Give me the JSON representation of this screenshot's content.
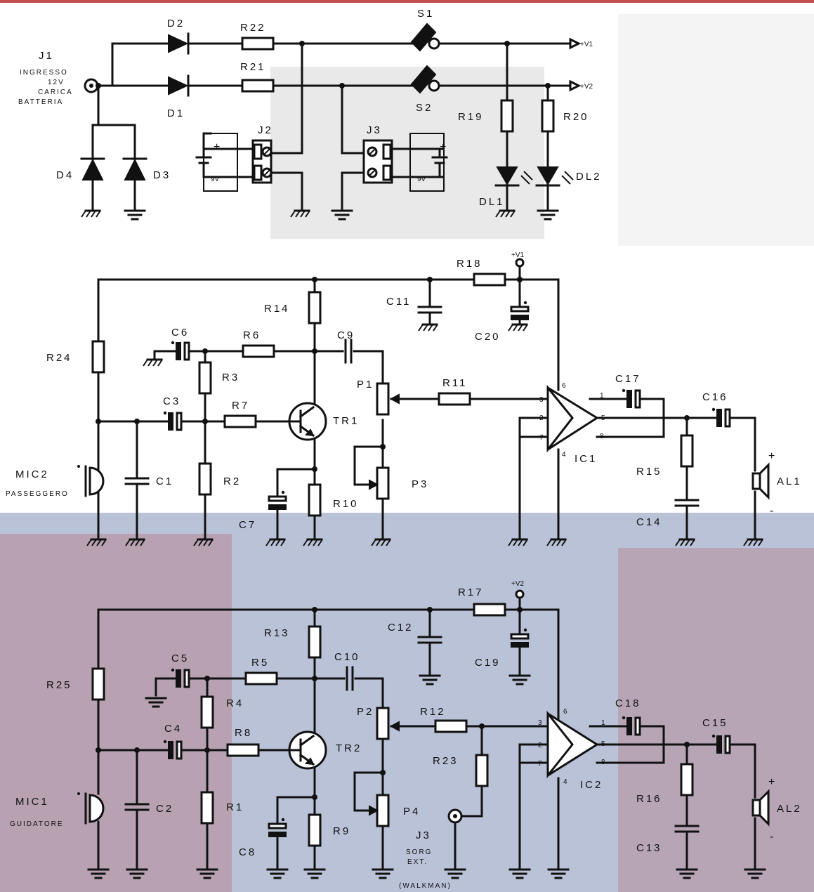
{
  "labels": {
    "J1": "J1",
    "J1_sub1": "INGRESSO",
    "J1_sub2": "12V",
    "J1_sub3": "CARICA",
    "J1_sub4": "BATTERIA",
    "D1": "D1",
    "D2": "D2",
    "D3": "D3",
    "D4": "D4",
    "R21": "R21",
    "R22": "R22",
    "S1": "S1",
    "S2": "S2",
    "V1": "+V1",
    "V2": "+V2",
    "V1b": "+V1",
    "V2b": "+V2",
    "R19": "R19",
    "R20": "R20",
    "DL1": "DL1",
    "DL2": "DL2",
    "J2": "J2",
    "J3top": "J3",
    "batt": "9V",
    "R18": "R18",
    "R14": "R14",
    "C11": "C11",
    "C20": "C20",
    "C6": "C6",
    "R6": "R6",
    "C9": "C9",
    "R24": "R24",
    "R3": "R3",
    "C3": "C3",
    "R7": "R7",
    "TR1": "TR1",
    "P1": "P1",
    "R11": "R11",
    "C17": "C17",
    "C16": "C16",
    "IC1": "IC1",
    "R15": "R15",
    "AL1": "AL1",
    "MIC2": "MIC2",
    "MIC2_sub": "PASSEGGERO",
    "C1": "C1",
    "R2": "R2",
    "P3": "P3",
    "R10": "R10",
    "C7": "C7",
    "C14": "C14",
    "R17": "R17",
    "R13": "R13",
    "C12": "C12",
    "C19": "C19",
    "C5": "C5",
    "R5": "R5",
    "C10": "C10",
    "R25": "R25",
    "R4": "R4",
    "C18": "C18",
    "C15": "C15",
    "P2": "P2",
    "R12": "R12",
    "C4": "C4",
    "R8": "R8",
    "TR2": "TR2",
    "R23": "R23",
    "IC2": "IC2",
    "R16": "R16",
    "AL2": "AL2",
    "P4": "P4",
    "J3": "J3",
    "J3_sub1": "SORG",
    "J3_sub2": "EXT.",
    "J3_sub3": "(WALKMAN)",
    "MIC1": "MIC1",
    "MIC1_sub": "GUIDATORE",
    "C2": "C2",
    "R1": "R1",
    "R9": "R9",
    "C8": "C8",
    "C13": "C13"
  },
  "pins": {
    "p1": "1",
    "p2": "2",
    "p3": "3",
    "p4": "4",
    "p5": "5",
    "p6": "6",
    "p7": "7",
    "p8": "8"
  },
  "polarity": {
    "plus": "+",
    "minus": "-",
    "dot": "•"
  },
  "colors": {
    "ink": "#111111",
    "paper": "#ffffff",
    "bg_blue": "#3a4f8c",
    "bg_red": "#b03030",
    "bg_grey": "#8c8c8c",
    "top_rule": "#c05050"
  }
}
